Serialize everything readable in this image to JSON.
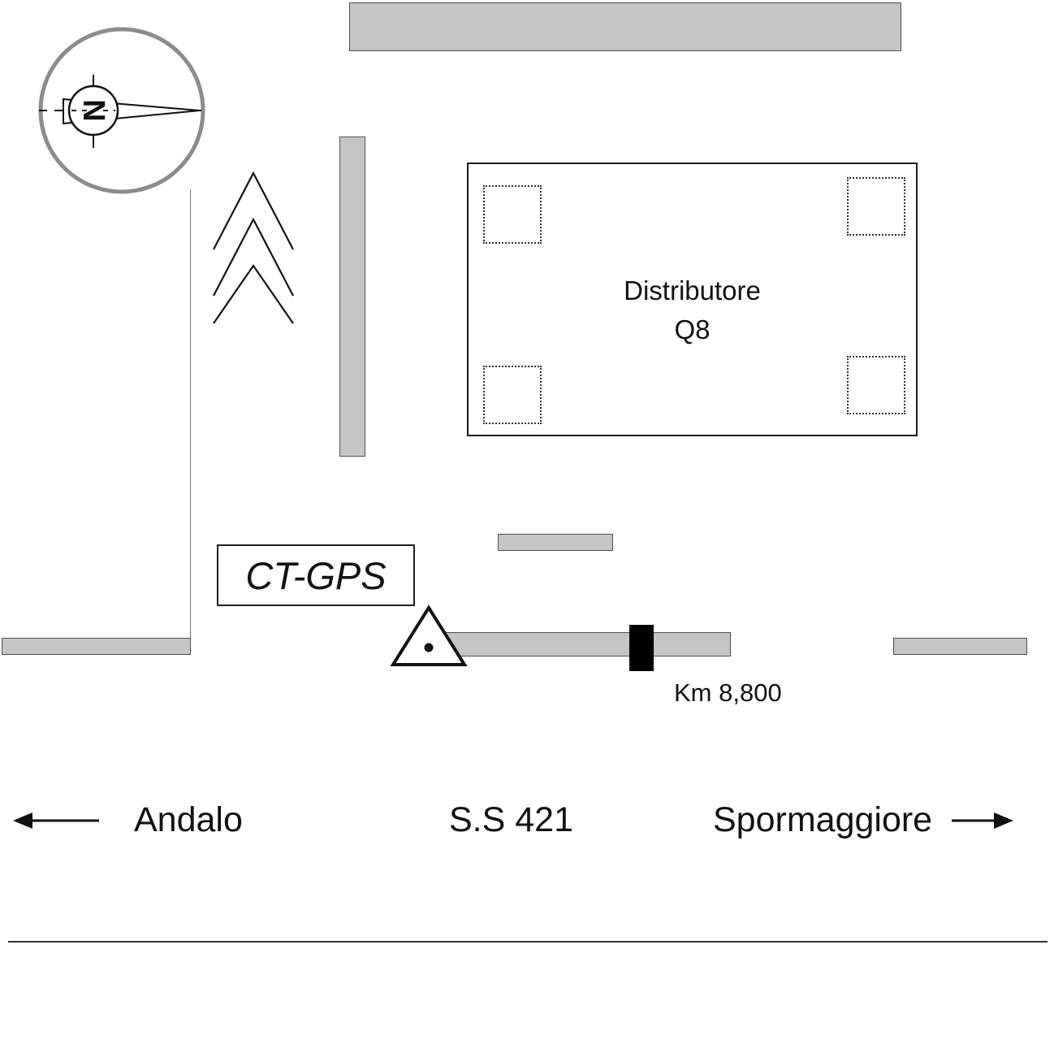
{
  "compass": {
    "letter": "N"
  },
  "building": {
    "name_line1": "Distributore",
    "name_line2": "Q8"
  },
  "station": {
    "label": "CT-GPS"
  },
  "road": {
    "km_label": "Km 8,800",
    "name": "S.S 421",
    "left_destination": "Andalo",
    "right_destination": "Spormaggiore"
  },
  "colors": {
    "bar_fill": "#c5c5c5",
    "bar_border": "#4f4f4f",
    "km_marker_fill": "#000000",
    "building_border": "#1a1a1a"
  }
}
